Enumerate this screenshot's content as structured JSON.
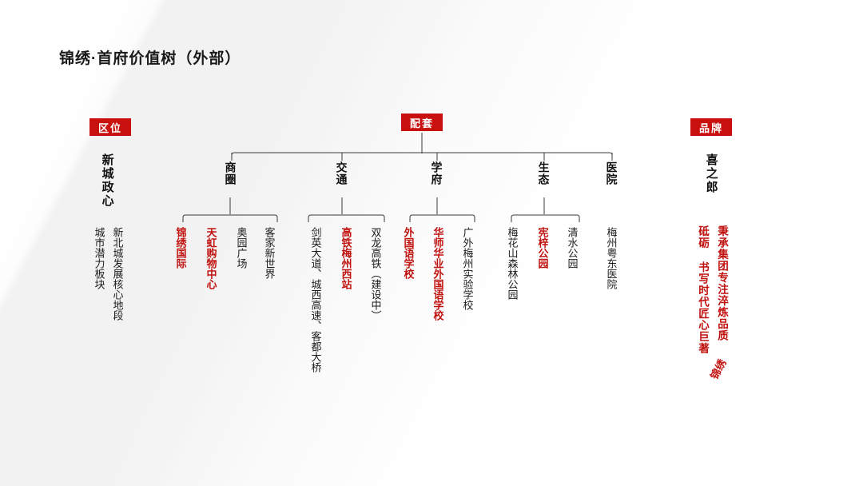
{
  "slide": {
    "title": "锦绣·首府价值树（外部）"
  },
  "sections": {
    "location": {
      "chip": "区位",
      "head": "新城政心",
      "leaves": [
        {
          "text": "新北城发展核心地段",
          "color": "black"
        },
        {
          "text": "城市潜力板块",
          "color": "black"
        }
      ]
    },
    "facilities": {
      "chip": "配套",
      "branches": [
        {
          "label": "商圈",
          "leaves": [
            {
              "text": "客家新世界",
              "color": "black"
            },
            {
              "text": "奥园广场",
              "color": "black"
            },
            {
              "text": "天虹购物中心",
              "color": "red"
            },
            {
              "text": "锦绣国际",
              "color": "red"
            }
          ]
        },
        {
          "label": "交通",
          "leaves": [
            {
              "text": "双龙高铁（建设中）",
              "color": "black"
            },
            {
              "text": "高铁梅州西站",
              "color": "red"
            },
            {
              "text": "剑英大道、城西高速、客都大桥",
              "color": "black"
            }
          ]
        },
        {
          "label": "学府",
          "leaves": [
            {
              "text": "广外梅州实验学校",
              "color": "black"
            },
            {
              "text": "华师华业外国语学校",
              "color": "red"
            },
            {
              "text": "外国语学校",
              "color": "red"
            }
          ]
        },
        {
          "label": "生态",
          "leaves": [
            {
              "text": "清水公园",
              "color": "black"
            },
            {
              "text": "宪梓公园",
              "color": "red"
            },
            {
              "text": "梅花山森林公园",
              "color": "black"
            }
          ]
        },
        {
          "label": "医院",
          "leaves": [
            {
              "text": "梅州粤东医院",
              "color": "black"
            }
          ]
        }
      ]
    },
    "brand": {
      "chip": "品牌",
      "head": "喜之郎",
      "tags": [
        {
          "text": "秉承集团专注淬炼品质",
          "color": "red"
        },
        {
          "text": "砥砺  书写时代匠心巨著",
          "color": "red"
        }
      ],
      "seal": "锦绣"
    }
  },
  "colors": {
    "accent_red": "#c8110f",
    "text_red": "#c0120f",
    "text_black": "#1b1b1b",
    "line": "#3a3a3a",
    "background": "#ffffff"
  }
}
